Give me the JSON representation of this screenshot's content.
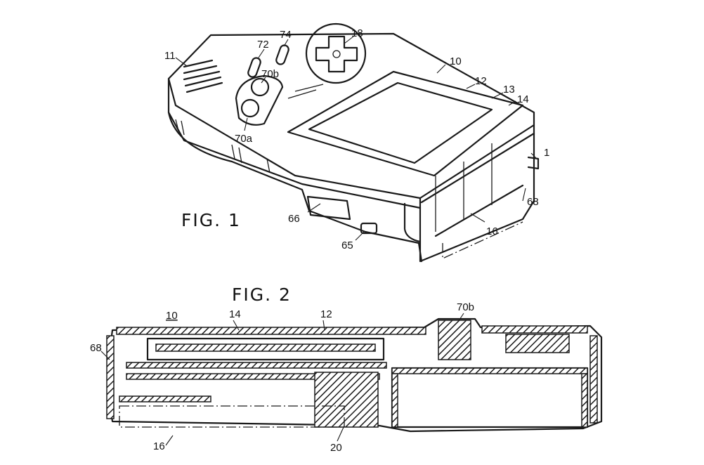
{
  "figure1": {
    "caption": "FIG. 1",
    "labels": {
      "device": "10",
      "speaker": "11",
      "window": "12",
      "screen": "13",
      "cover": "14",
      "cartridge": "16",
      "dpad": "18",
      "button_72": "72",
      "button_74": "74",
      "button_70a": "70a",
      "button_70b": "70b",
      "dial": "66",
      "jack": "65",
      "slot": "68",
      "side": "1"
    }
  },
  "figure2": {
    "caption": "FIG. 2",
    "labels": {
      "device": "10",
      "cover": "14",
      "window": "12",
      "button": "70b",
      "slot": "68",
      "cartridge": "16",
      "connector": "20"
    }
  },
  "colors": {
    "ink": "#1a1a1a",
    "paper": "#ffffff"
  }
}
